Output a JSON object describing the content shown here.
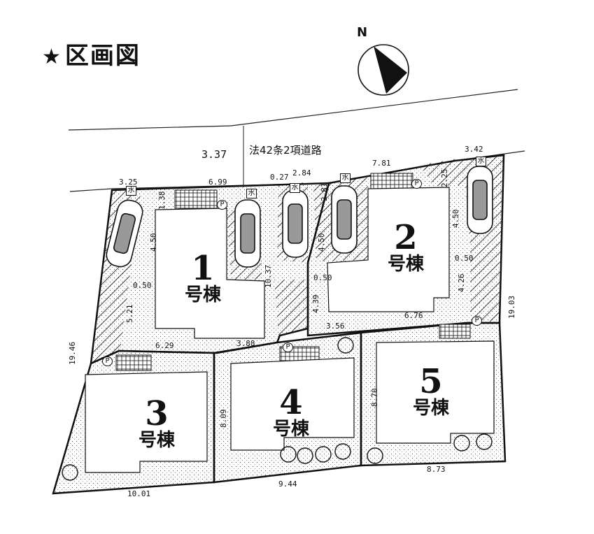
{
  "heading": {
    "star": "★",
    "text": "区画図"
  },
  "compass": {
    "label": "N"
  },
  "road": {
    "label": "法42条2項道路",
    "setback_width": "3.37"
  },
  "lots": [
    {
      "number": "1",
      "name": "号棟"
    },
    {
      "number": "2",
      "name": "号棟"
    },
    {
      "number": "3",
      "name": "号棟"
    },
    {
      "number": "4",
      "name": "号棟"
    },
    {
      "number": "5",
      "name": "号棟"
    }
  ],
  "dimensions": {
    "d_3_25": "3.25",
    "d_6_99": "6.99",
    "d_0_27": "0.27",
    "d_2_84": "2.84",
    "d_7_81": "7.81",
    "d_3_42": "3.42",
    "d_1_38": "1.38",
    "d_4_50_a": "4.50",
    "d_4_50_b": "4.50",
    "d_4_50_c": "4.50",
    "d_2_81": "2.81",
    "d_2_25": "2.25",
    "d_0_50_a": "0.50",
    "d_0_50_b": "0.50",
    "d_0_50_c": "0.50",
    "d_10_37": "10.37",
    "d_5_21": "5.21",
    "d_4_39": "4.39",
    "d_4_26": "4.26",
    "d_19_03": "19.03",
    "d_19_46": "19.46",
    "d_6_29": "6.29",
    "d_3_88": "3.88",
    "d_3_56": "3.56",
    "d_6_76": "6.76",
    "d_8_09": "8.09",
    "d_8_70": "8.70",
    "d_10_01": "10.01",
    "d_9_44": "9.44",
    "d_8_73": "8.73"
  },
  "symbols": {
    "water": "水",
    "parking": "P"
  }
}
